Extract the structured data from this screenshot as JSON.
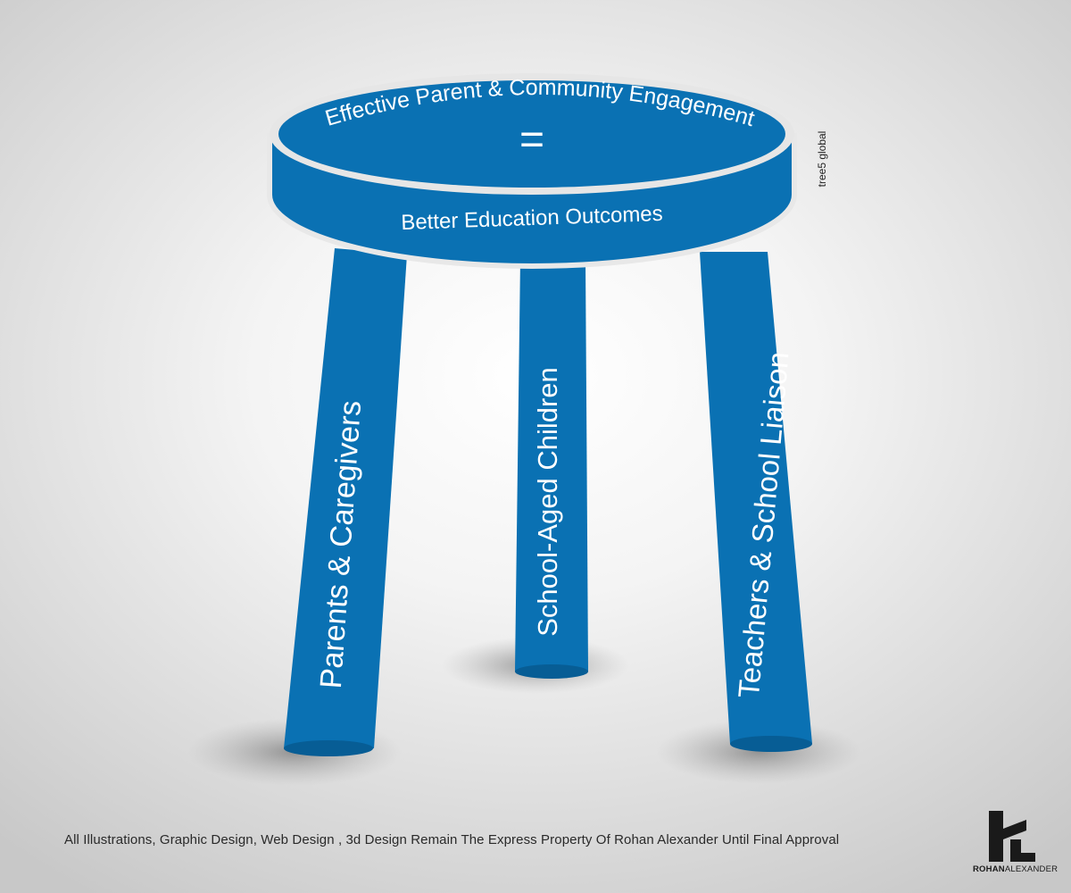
{
  "diagram": {
    "seat_top_text": "Effective Parent & Community Engagement",
    "seat_equals": "=",
    "seat_side_text": "Better Education Outcomes",
    "legs": [
      {
        "label": "Parents & Caregivers"
      },
      {
        "label": "School-Aged Children"
      },
      {
        "label": "Teachers & School Liaison"
      }
    ],
    "watermark": "tree5 global"
  },
  "footer": {
    "copyright": "All Illustrations, Graphic Design, Web Design , 3d Design Remain The Express Property Of Rohan Alexander Until Final Approval"
  },
  "logo": {
    "wordmark_bold": "ROHAN",
    "wordmark_light": "ALEXANDER"
  },
  "colors": {
    "stool_blue": "#0a71b3",
    "stool_blue_dark": "#075d95",
    "rim": "#e6e6e6",
    "text_white": "#ffffff"
  }
}
